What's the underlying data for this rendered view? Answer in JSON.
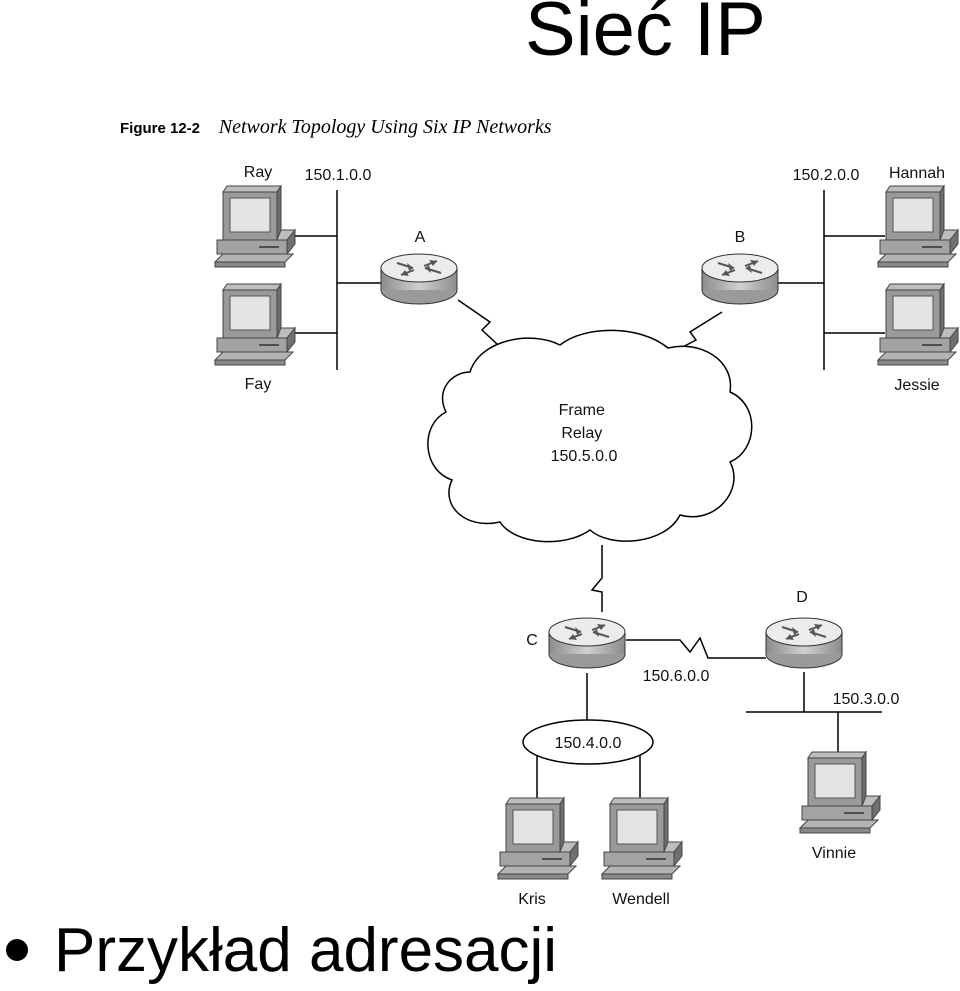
{
  "slide": {
    "title": "Sieć IP",
    "bullet": "Przykład adresacji"
  },
  "figure": {
    "number": "Figure 12-2",
    "title": "Network Topology Using Six IP Networks"
  },
  "routers": {
    "a": "A",
    "b": "B",
    "c": "C",
    "d": "D"
  },
  "hosts": {
    "ray": "Ray",
    "fay": "Fay",
    "hannah": "Hannah",
    "jessie": "Jessie",
    "kris": "Kris",
    "wendell": "Wendell",
    "vinnie": "Vinnie"
  },
  "networks": {
    "net1": "150.1.0.0",
    "net2": "150.2.0.0",
    "net3": "150.3.0.0",
    "net4": "150.4.0.0",
    "net6": "150.6.0.0",
    "frame_relay": [
      "Frame",
      "Relay",
      "150.5.0.0"
    ]
  },
  "colors": {
    "router_top": "#e6e6e6",
    "router_side": "#a8a8a8",
    "pc_screen": "#d9d9d9",
    "pc_body": "#8f8f8f"
  }
}
